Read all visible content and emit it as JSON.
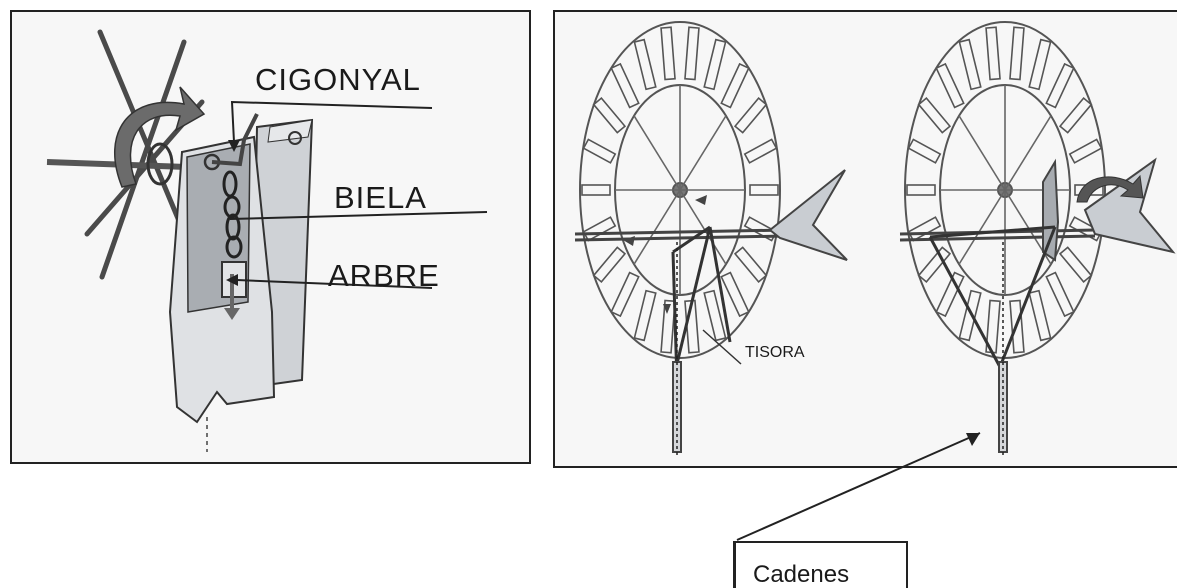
{
  "left_panel": {
    "labels": {
      "crankshaft": "CIGONYAL",
      "connecting_rod": "BIELA",
      "shaft": "ARBRE"
    }
  },
  "right_panel": {
    "labels": {
      "scissor": "TISORA"
    }
  },
  "callout": {
    "label": "Cadenes"
  },
  "colors": {
    "border": "#222222",
    "panel_bg": "#f7f7f7",
    "drawing": "#555555",
    "vane_fill": "#c9cdd2",
    "post_fill": "#d5d7da"
  }
}
